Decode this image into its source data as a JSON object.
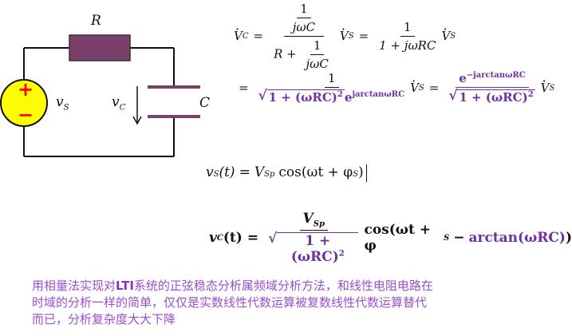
{
  "circuit": {
    "resistor_label": "R",
    "capacitor_label": "C",
    "source_label": "v",
    "source_sub": "S",
    "cap_voltage_label": "v",
    "cap_voltage_sub": "C",
    "source_plus": "+",
    "source_minus": "−",
    "colors": {
      "resistor": "#7b3f6b",
      "source_fill": "#ffff00",
      "source_sign": "#ff0000"
    }
  },
  "equations": {
    "vc_phasor": "V",
    "sub_c": "C",
    "sub_s": "S",
    "one": "1",
    "jwc": "jωC",
    "r_plus": "R +",
    "one_plus_jwrc": "1 + jωRC",
    "equals": "=",
    "sqrt_term": "1 + (ωRC)",
    "sq": "2",
    "exp_base": "e",
    "exp_pos": "jarctanωRC",
    "exp_neg": "−jarctanωRC",
    "vs_time": "v",
    "t_arg": "(t)",
    "v_sp": "V",
    "sp": "Sp",
    "cos_arg": "cos(ωt + φ",
    "phi_sub": "S",
    "close": ")",
    "vc_time": "v",
    "cos_bold": "cos(ωt + φ",
    "minus": "−",
    "arctan": "arctan(ωRC)",
    "close_bold": ")"
  },
  "paragraph": {
    "line1_a": "用相量法实现对",
    "line1_bold": "LTI",
    "line1_b": "系统的正弦稳态分析属频域分析方法，和线性电阻电路在",
    "line2": "时域的分析一样的简单，仅仅是实数线性代数运算被复数线性代数运算替代",
    "line3": "而已，分析复杂度大大下降"
  }
}
